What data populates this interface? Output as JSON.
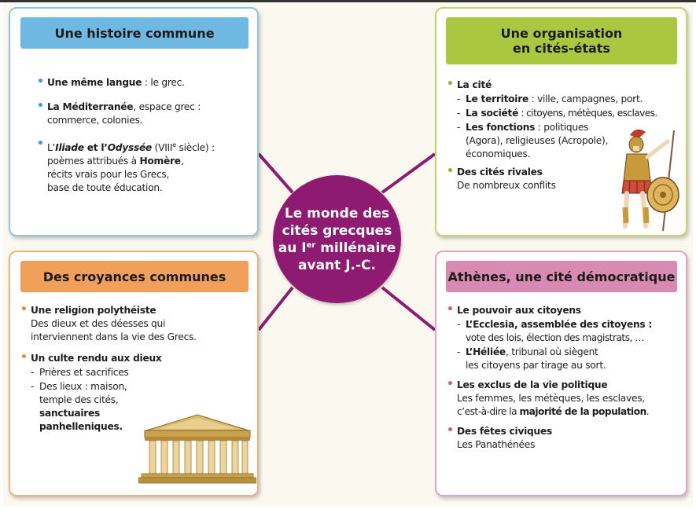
{
  "center": {
    "line1": "Le monde des",
    "line2": "cités grecques",
    "line3_pre": "au I",
    "line3_sup": "er",
    "line3_post": " millénaire",
    "line4": "avant J.-C."
  },
  "colors": {
    "center": "#8e1a72",
    "blue": "#6fb8e1",
    "green": "#a9c83f",
    "orange": "#f0a05a",
    "pink": "#d88ab3"
  },
  "card1": {
    "title": "Une histoire commune",
    "item1_bold": "Une même langue",
    "item1_rest": " : le grec.",
    "item2_bold": "La Méditerranée",
    "item2_rest1": ", espace grec :",
    "item2_line2": "commerce, colonies.",
    "item3_pre": "L’",
    "item3_ital1": "Iliade",
    "item3_mid": " et l’",
    "item3_ital2": "Odyssée",
    "item3_century": " (VIII",
    "item3_sup": "e",
    "item3_post": " siècle) :",
    "item3_line2_pre": "poèmes attribués à ",
    "item3_line2_bold": "Homère",
    "item3_line2_post": ",",
    "item3_line3": "récits vrais pour les Grecs,",
    "item3_line4": "base de toute éducation."
  },
  "card2": {
    "title_line1": "Une organisation",
    "title_line2": "en cités-états",
    "item1_title": "La cité",
    "sub1_bold": "Le territoire",
    "sub1_rest": " : ville, campagnes, port.",
    "sub2_bold": "La société",
    "sub2_rest": " : citoyens, métèques, esclaves.",
    "sub3_bold": "Les fonctions",
    "sub3_rest": " : politiques",
    "sub3_line2": "(Agora), religieuses (Acropole),",
    "sub3_line3": "économiques.",
    "item2_title": "Des cités rivales",
    "item2_line": "De nombreux conflits"
  },
  "card3": {
    "title": "Des croyances communes",
    "item1_title": "Une religion polythéiste",
    "item1_line1": "Des dieux et des déesses qui",
    "item1_line2": "interviennent dans la vie des Grecs.",
    "item2_title": "Un culte rendu aux dieux",
    "sub1": "Prières et sacrifices",
    "sub2_line1": "Des lieux : maison,",
    "sub2_line2": "temple des cités,",
    "sub2_line3": "sanctuaires",
    "sub2_line4": "panhelleniques."
  },
  "card4": {
    "title": "Athènes, une cité démocratique",
    "item1_title": "Le pouvoir aux citoyens",
    "sub1_line1": "L’Ecclesia, assemblée des citoyens :",
    "sub1_line2": "vote des lois, élection des magistrats, …",
    "sub2_bold": "L’Héliée",
    "sub2_rest": ", tribunal où siègent",
    "sub2_line2": "les citoyens par tirage au sort.",
    "item2_title": "Les exclus de la vie politique",
    "item2_line1": "Les femmes, les métèques, les esclaves,",
    "item2_line2_pre": "c’est-à-dire la ",
    "item2_line2_bold": "majorité de la population",
    "item2_line2_post": ".",
    "item3_title": "Des fêtes civiques",
    "item3_line": "Les Panathénées"
  }
}
